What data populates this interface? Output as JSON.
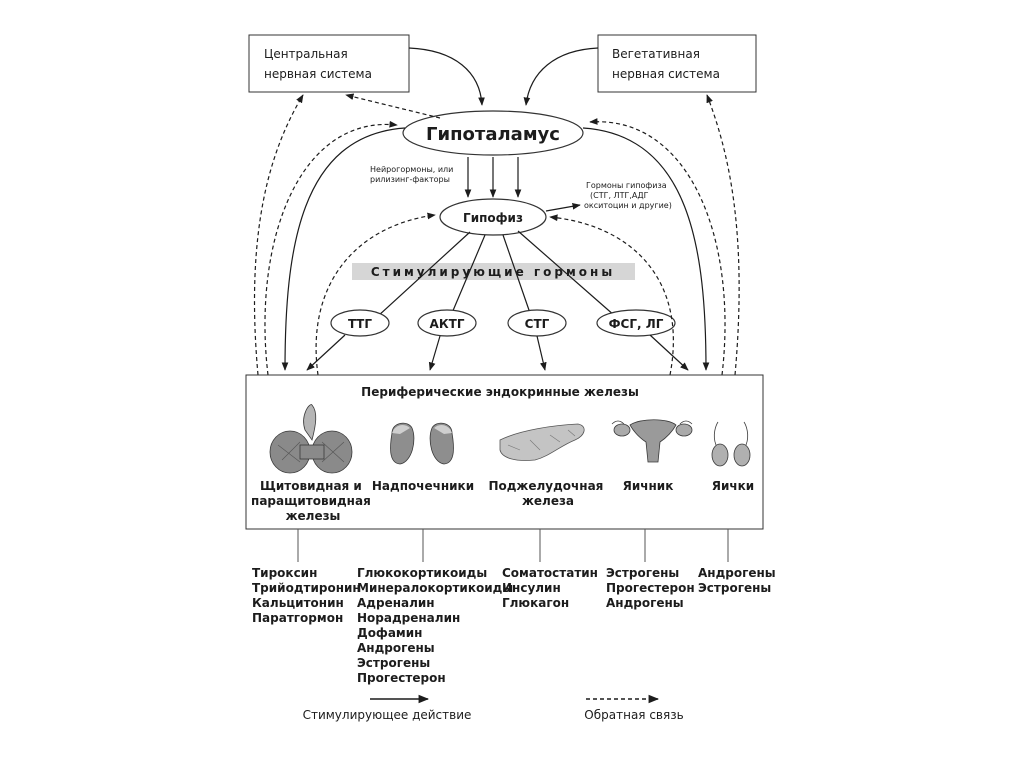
{
  "nodes": {
    "cns": [
      "Центральная",
      "нервная система"
    ],
    "ans": [
      "Вегетативная",
      "нервная система"
    ],
    "hypothalamus": "Гипоталамус",
    "pituitary": "Гипофиз",
    "stimulating_header": "Стимулирующие гормоны",
    "peripheral_header": "Периферические эндокринные железы"
  },
  "annotations": {
    "neurohormones": [
      "Нейрогормоны, или",
      "рилизинг-факторы"
    ],
    "pituitary_hormones": [
      "Гормоны гипофиза",
      "(СТГ, ЛТГ,АДГ",
      "окситоцин и другие)"
    ]
  },
  "stimulating_hormones": [
    "ТТГ",
    "АКТГ",
    "СТГ",
    "ФСГ, ЛГ"
  ],
  "glands": [
    {
      "name": [
        "Щитовидная и",
        "паращитовидная",
        "железы"
      ],
      "icon": "thyroid-icon"
    },
    {
      "name": [
        "Надпочечники"
      ],
      "icon": "adrenal-icon"
    },
    {
      "name": [
        "Поджелудочная",
        "железа"
      ],
      "icon": "pancreas-icon"
    },
    {
      "name": [
        "Яичник"
      ],
      "icon": "ovary-icon"
    },
    {
      "name": [
        "Яички"
      ],
      "icon": "testes-icon"
    }
  ],
  "hormone_lists": [
    [
      "Тироксин",
      "Трийодтиронин",
      "Кальцитонин",
      "Паратгормон"
    ],
    [
      "Глюкокортикоиды",
      "Минералокортикоиды",
      "Адреналин",
      "Норадреналин",
      "Дофамин",
      "Андрогены",
      "Эстрогены",
      "Прогестерон"
    ],
    [
      "Соматостатин",
      "Инсулин",
      "Глюкагон"
    ],
    [
      "Эстрогены",
      "Прогестерон",
      "Андрогены"
    ],
    [
      "Андрогены",
      "Эстрогены"
    ]
  ],
  "legend": {
    "stimulating": "Стимулирующее действие",
    "feedback": "Обратная связь"
  }
}
